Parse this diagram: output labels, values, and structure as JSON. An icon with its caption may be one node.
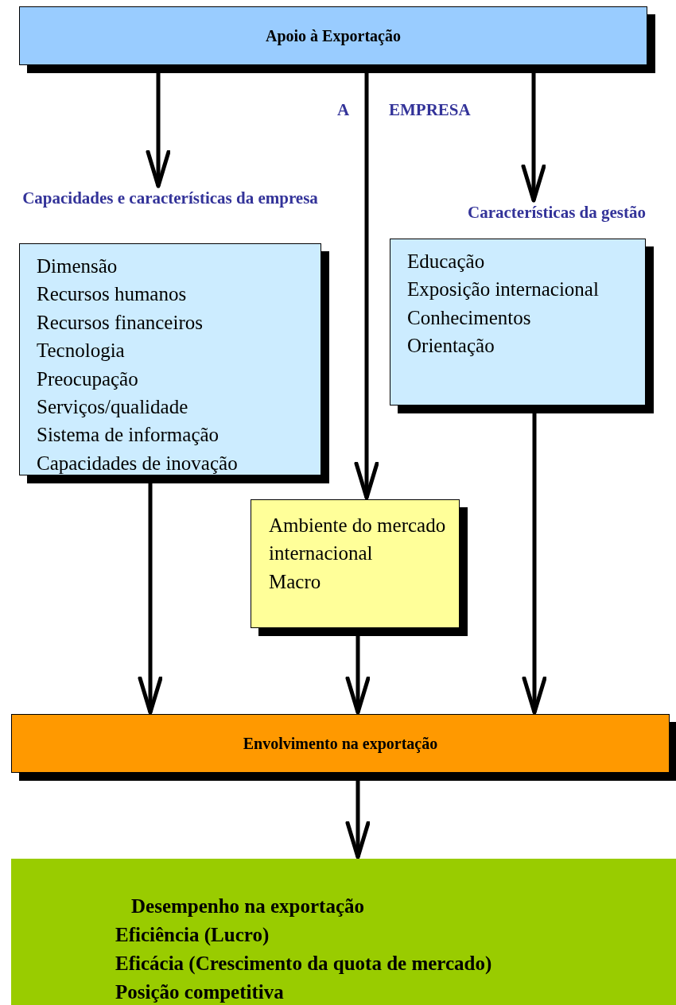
{
  "diagram": {
    "nodes": [
      {
        "text": [
          "Apoio à Exportação"
        ]
      },
      {
        "text": [
          "Capacidades e características da empresa",
          "Dimensão",
          "Recursos humanos",
          "Recursos financeiros",
          "Tecnologia",
          "Preocupação",
          "Serviços/qualidade",
          "Sistema de informação",
          "Capacidades de inovação"
        ]
      },
      {
        "text": [
          "Características da gestão",
          "Educação",
          "Exposição internacional",
          "Conhecimentos",
          "Orientação"
        ]
      },
      {
        "text": [
          "Ambiente do mercado internacional",
          "Macro"
        ]
      },
      {
        "text": [
          "Envolvimento na exportação"
        ]
      },
      {
        "text": [
          "Desempenho na exportação",
          "Eficiência (Lucro)",
          "Eficácia (Crescimento da quota de mercado)",
          "Posição competitiva"
        ]
      }
    ],
    "edges": [
      {
        "from": 0,
        "to": 1,
        "arrow": "to"
      },
      {
        "from": 0,
        "to": 3,
        "arrow": "to"
      },
      {
        "from": 0,
        "to": 2,
        "arrow": "to"
      },
      {
        "from": 1,
        "to": 4,
        "arrow": "to"
      },
      {
        "from": 3,
        "to": 4,
        "arrow": "to"
      },
      {
        "from": 2,
        "to": 4,
        "arrow": "to"
      },
      {
        "from": 4,
        "to": 5,
        "arrow": "to"
      }
    ],
    "labels": [
      "A",
      "EMPRESA"
    ]
  }
}
